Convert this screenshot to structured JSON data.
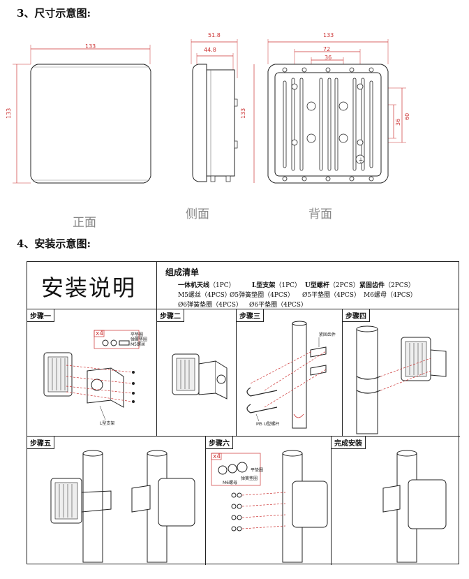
{
  "section3": {
    "heading": "3、尺寸示意图:"
  },
  "views": {
    "front": {
      "label": "正面",
      "width": "133",
      "height": "133"
    },
    "side": {
      "label": "侧面",
      "depth_total": "51.8",
      "depth_body": "44.8"
    },
    "back": {
      "label": "背面",
      "width": "133",
      "hole_spacing_x1": "72",
      "hole_spacing_x2": "36",
      "height": "133",
      "hole_spacing_y1": "60",
      "hole_spacing_y2": "36"
    }
  },
  "section4": {
    "heading": "4、安装示意图:"
  },
  "install": {
    "title": "安装说明",
    "parts_title": "组成清单",
    "parts": [
      {
        "name": "一体机天线",
        "qty": "（1PC）"
      },
      {
        "name": "L型支架",
        "qty": "（1PC）"
      },
      {
        "name": "U型螺杆",
        "qty": "（2PCS）"
      },
      {
        "name": "紧固齿件",
        "qty": "（2PCS）"
      },
      {
        "name": "M5螺丝",
        "qty": "（4PCS）"
      },
      {
        "name": "Ø5弹簧垫圈",
        "qty": "（4PCS）"
      },
      {
        "name": "Ø5平垫圈",
        "qty": "（4PCS）"
      },
      {
        "name": "M6螺母",
        "qty": "（4PCS）"
      },
      {
        "name": "Ø6弹簧垫圈",
        "qty": "（4PCS）"
      },
      {
        "name": "Ø6平垫圈",
        "qty": "（4PCS）"
      }
    ],
    "steps": [
      {
        "label": "步骤一",
        "callout_qty": "x4",
        "callouts": [
          "平垫圈",
          "弹簧垫圈",
          "M5螺丝"
        ],
        "part_label": "L型支架"
      },
      {
        "label": "步骤二"
      },
      {
        "label": "步骤三",
        "callouts": [
          "紧固齿件",
          "M5 U型螺杆"
        ]
      },
      {
        "label": "步骤四"
      },
      {
        "label": "步骤五"
      },
      {
        "label": "步骤六",
        "callout_qty": "x4",
        "callouts": [
          "平垫圈",
          "弹簧垫圈",
          "M6螺母"
        ]
      },
      {
        "label": "完成安装"
      }
    ]
  }
}
